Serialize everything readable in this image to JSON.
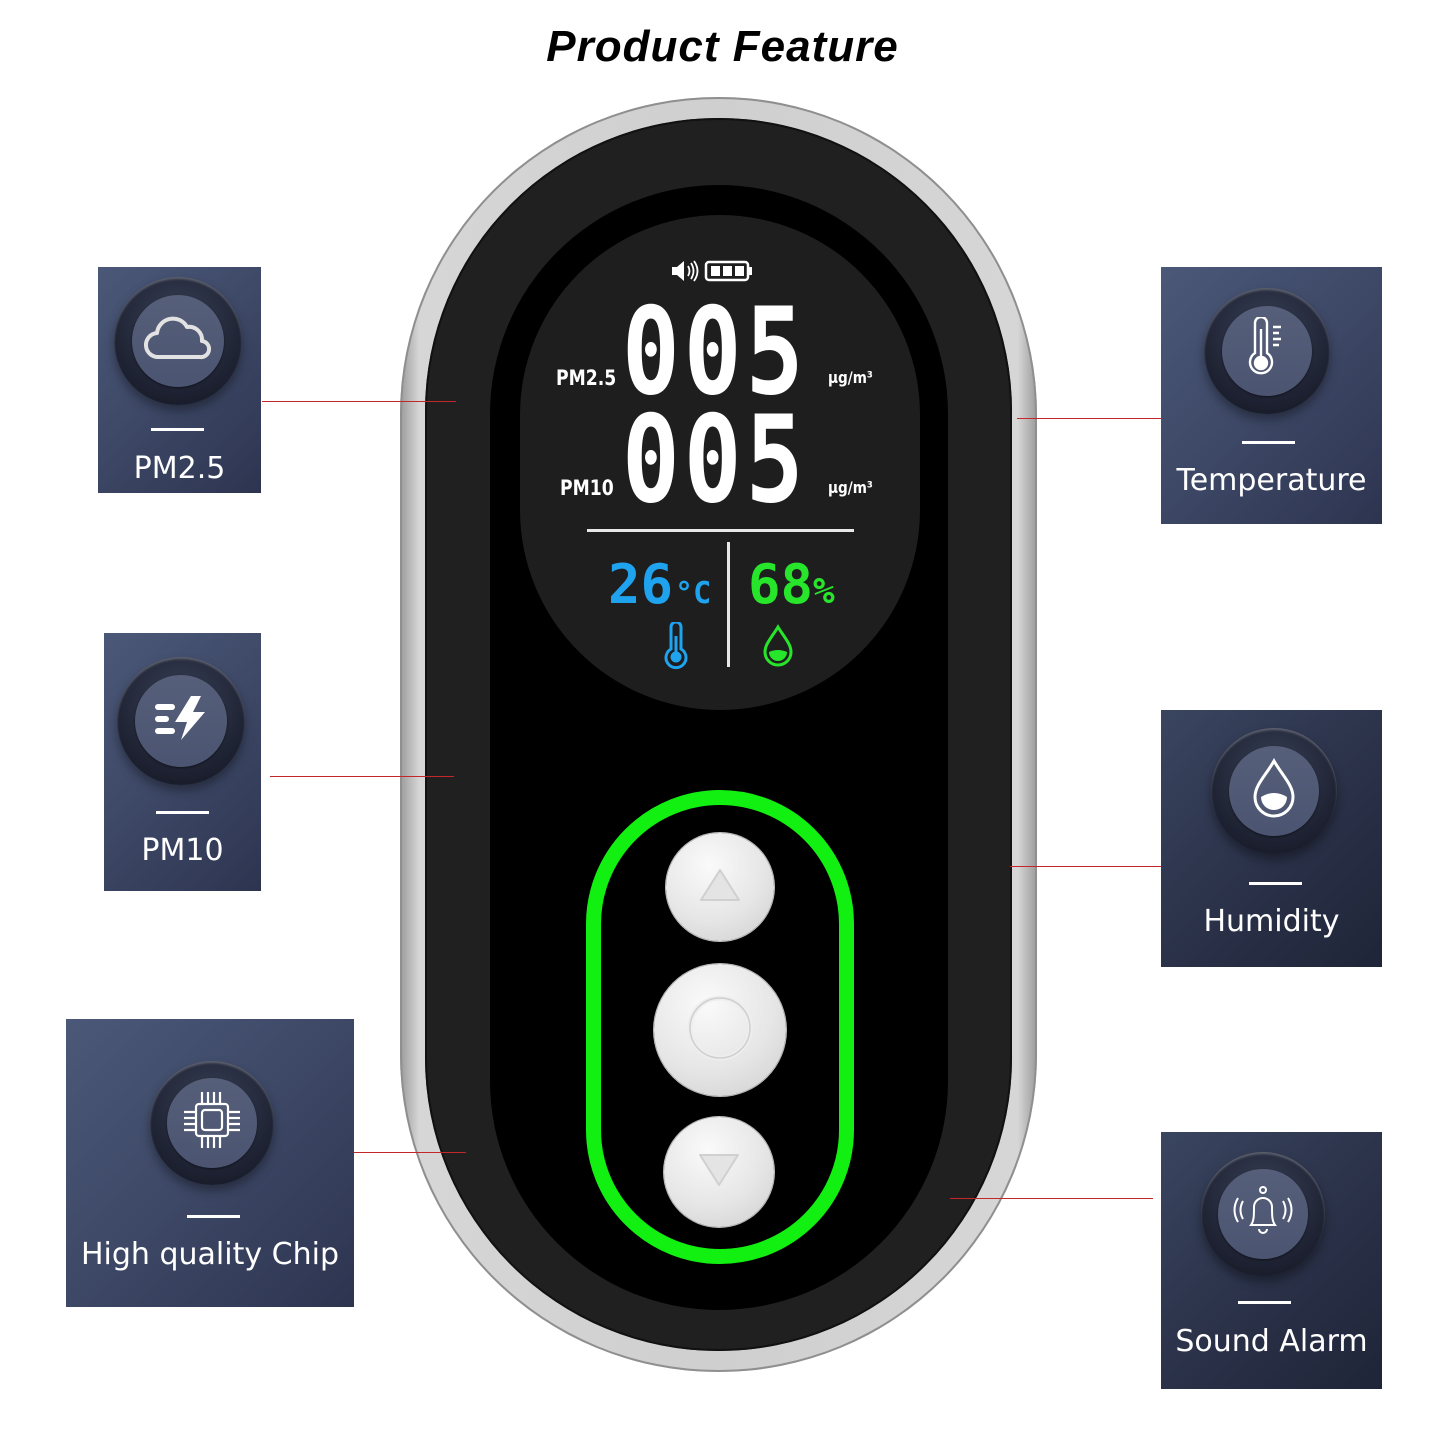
{
  "title": "Product Feature",
  "device": {
    "status_icons": [
      "speaker-icon",
      "battery-icon"
    ],
    "battery_bars": 3,
    "readings": {
      "pm25": {
        "label": "PM2.5",
        "value": "005",
        "unit": "µg/m³"
      },
      "pm10": {
        "label": "PM10",
        "value": "005",
        "unit": "µg/m³"
      },
      "temperature": {
        "value": "26",
        "unit": "°C",
        "icon": "thermometer-icon",
        "color": "#1fa3ef"
      },
      "humidity": {
        "value": "68",
        "unit": "%",
        "icon": "water-drop-icon",
        "color": "#27e52a"
      }
    },
    "buttons": [
      {
        "name": "up",
        "glyph": "triangle-up-icon"
      },
      {
        "name": "ok",
        "glyph": "circle-icon"
      },
      {
        "name": "down",
        "glyph": "triangle-down-icon"
      }
    ],
    "ring_color": "#12f012"
  },
  "features": {
    "left": [
      {
        "label": "PM2.5",
        "icon": "cloud-icon"
      },
      {
        "label": "PM10",
        "icon": "wind-lightning-icon"
      },
      {
        "label": "High quality Chip",
        "icon": "chip-icon"
      }
    ],
    "right": [
      {
        "label": "Temperature",
        "icon": "thermometer-icon"
      },
      {
        "label": "Humidity",
        "icon": "water-drop-icon"
      },
      {
        "label": "Sound Alarm",
        "icon": "bell-alarm-icon"
      }
    ]
  },
  "colors": {
    "card_bg": "#3d4866",
    "connector": "#c5262c",
    "lcd_bg": "#1e1e1e"
  }
}
